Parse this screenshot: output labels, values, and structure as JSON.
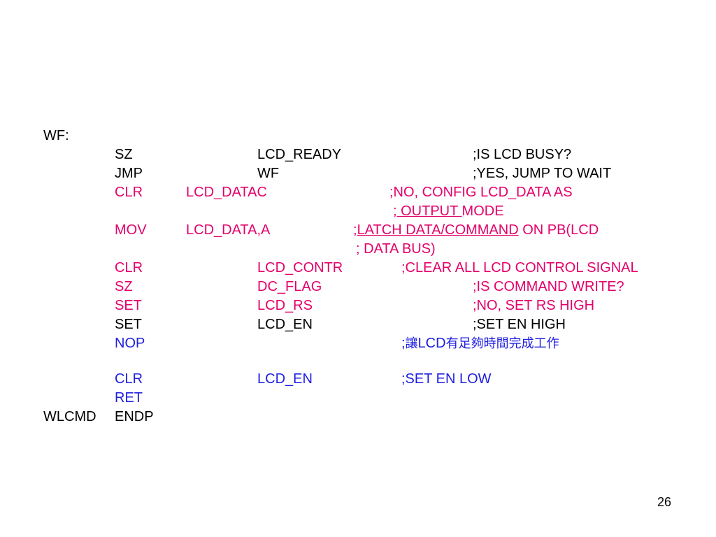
{
  "code": {
    "label_wf": "WF:",
    "line1": {
      "op": "SZ",
      "arg": "LCD_READY",
      "comment": ";IS LCD BUSY?"
    },
    "line2": {
      "op": "JMP",
      "arg": "WF",
      "comment": ";YES, JUMP TO WAIT"
    },
    "line3": {
      "op": "CLR",
      "arg": "LCD_DATAC",
      "comment": ";NO, CONFIG LCD_DATA AS"
    },
    "line3b": {
      "prefix": ";",
      "underlined": " OUTPUT ",
      "suffix": "MODE"
    },
    "line4": {
      "op": "MOV",
      "arg": "LCD_DATA,A",
      "comment_prefix": ";",
      "comment_underlined": "LATCH DATA/COMMAND",
      "comment_suffix": " ON PB(LCD"
    },
    "line4b": {
      "comment": "; DATA BUS)"
    },
    "line5": {
      "op": "CLR",
      "arg": "LCD_CONTR",
      "comment": ";CLEAR ALL LCD CONTROL SIGNAL"
    },
    "line6": {
      "op": "SZ",
      "arg": "DC_FLAG",
      "comment": ";IS COMMAND WRITE?"
    },
    "line7": {
      "op": "SET",
      "arg": "LCD_RS",
      "comment": ";NO, SET RS HIGH"
    },
    "line8": {
      "op": "SET",
      "arg": "LCD_EN",
      "comment": ";SET EN HIGH"
    },
    "line9": {
      "op": "NOP",
      "comment_semicolon": ";",
      "comment_cjk1": "讓",
      "comment_lcd": "LCD",
      "comment_cjk2": "有足夠時間完成工作"
    },
    "line10": {
      "op": "CLR",
      "arg": "LCD_EN",
      "comment": ";SET EN LOW"
    },
    "line11": {
      "op": "RET"
    },
    "line12": {
      "label": "WLCMD",
      "op": "ENDP"
    }
  },
  "page_number": "26",
  "colors": {
    "black": "#000000",
    "red": "#e4006a",
    "blue": "#2020e0"
  }
}
